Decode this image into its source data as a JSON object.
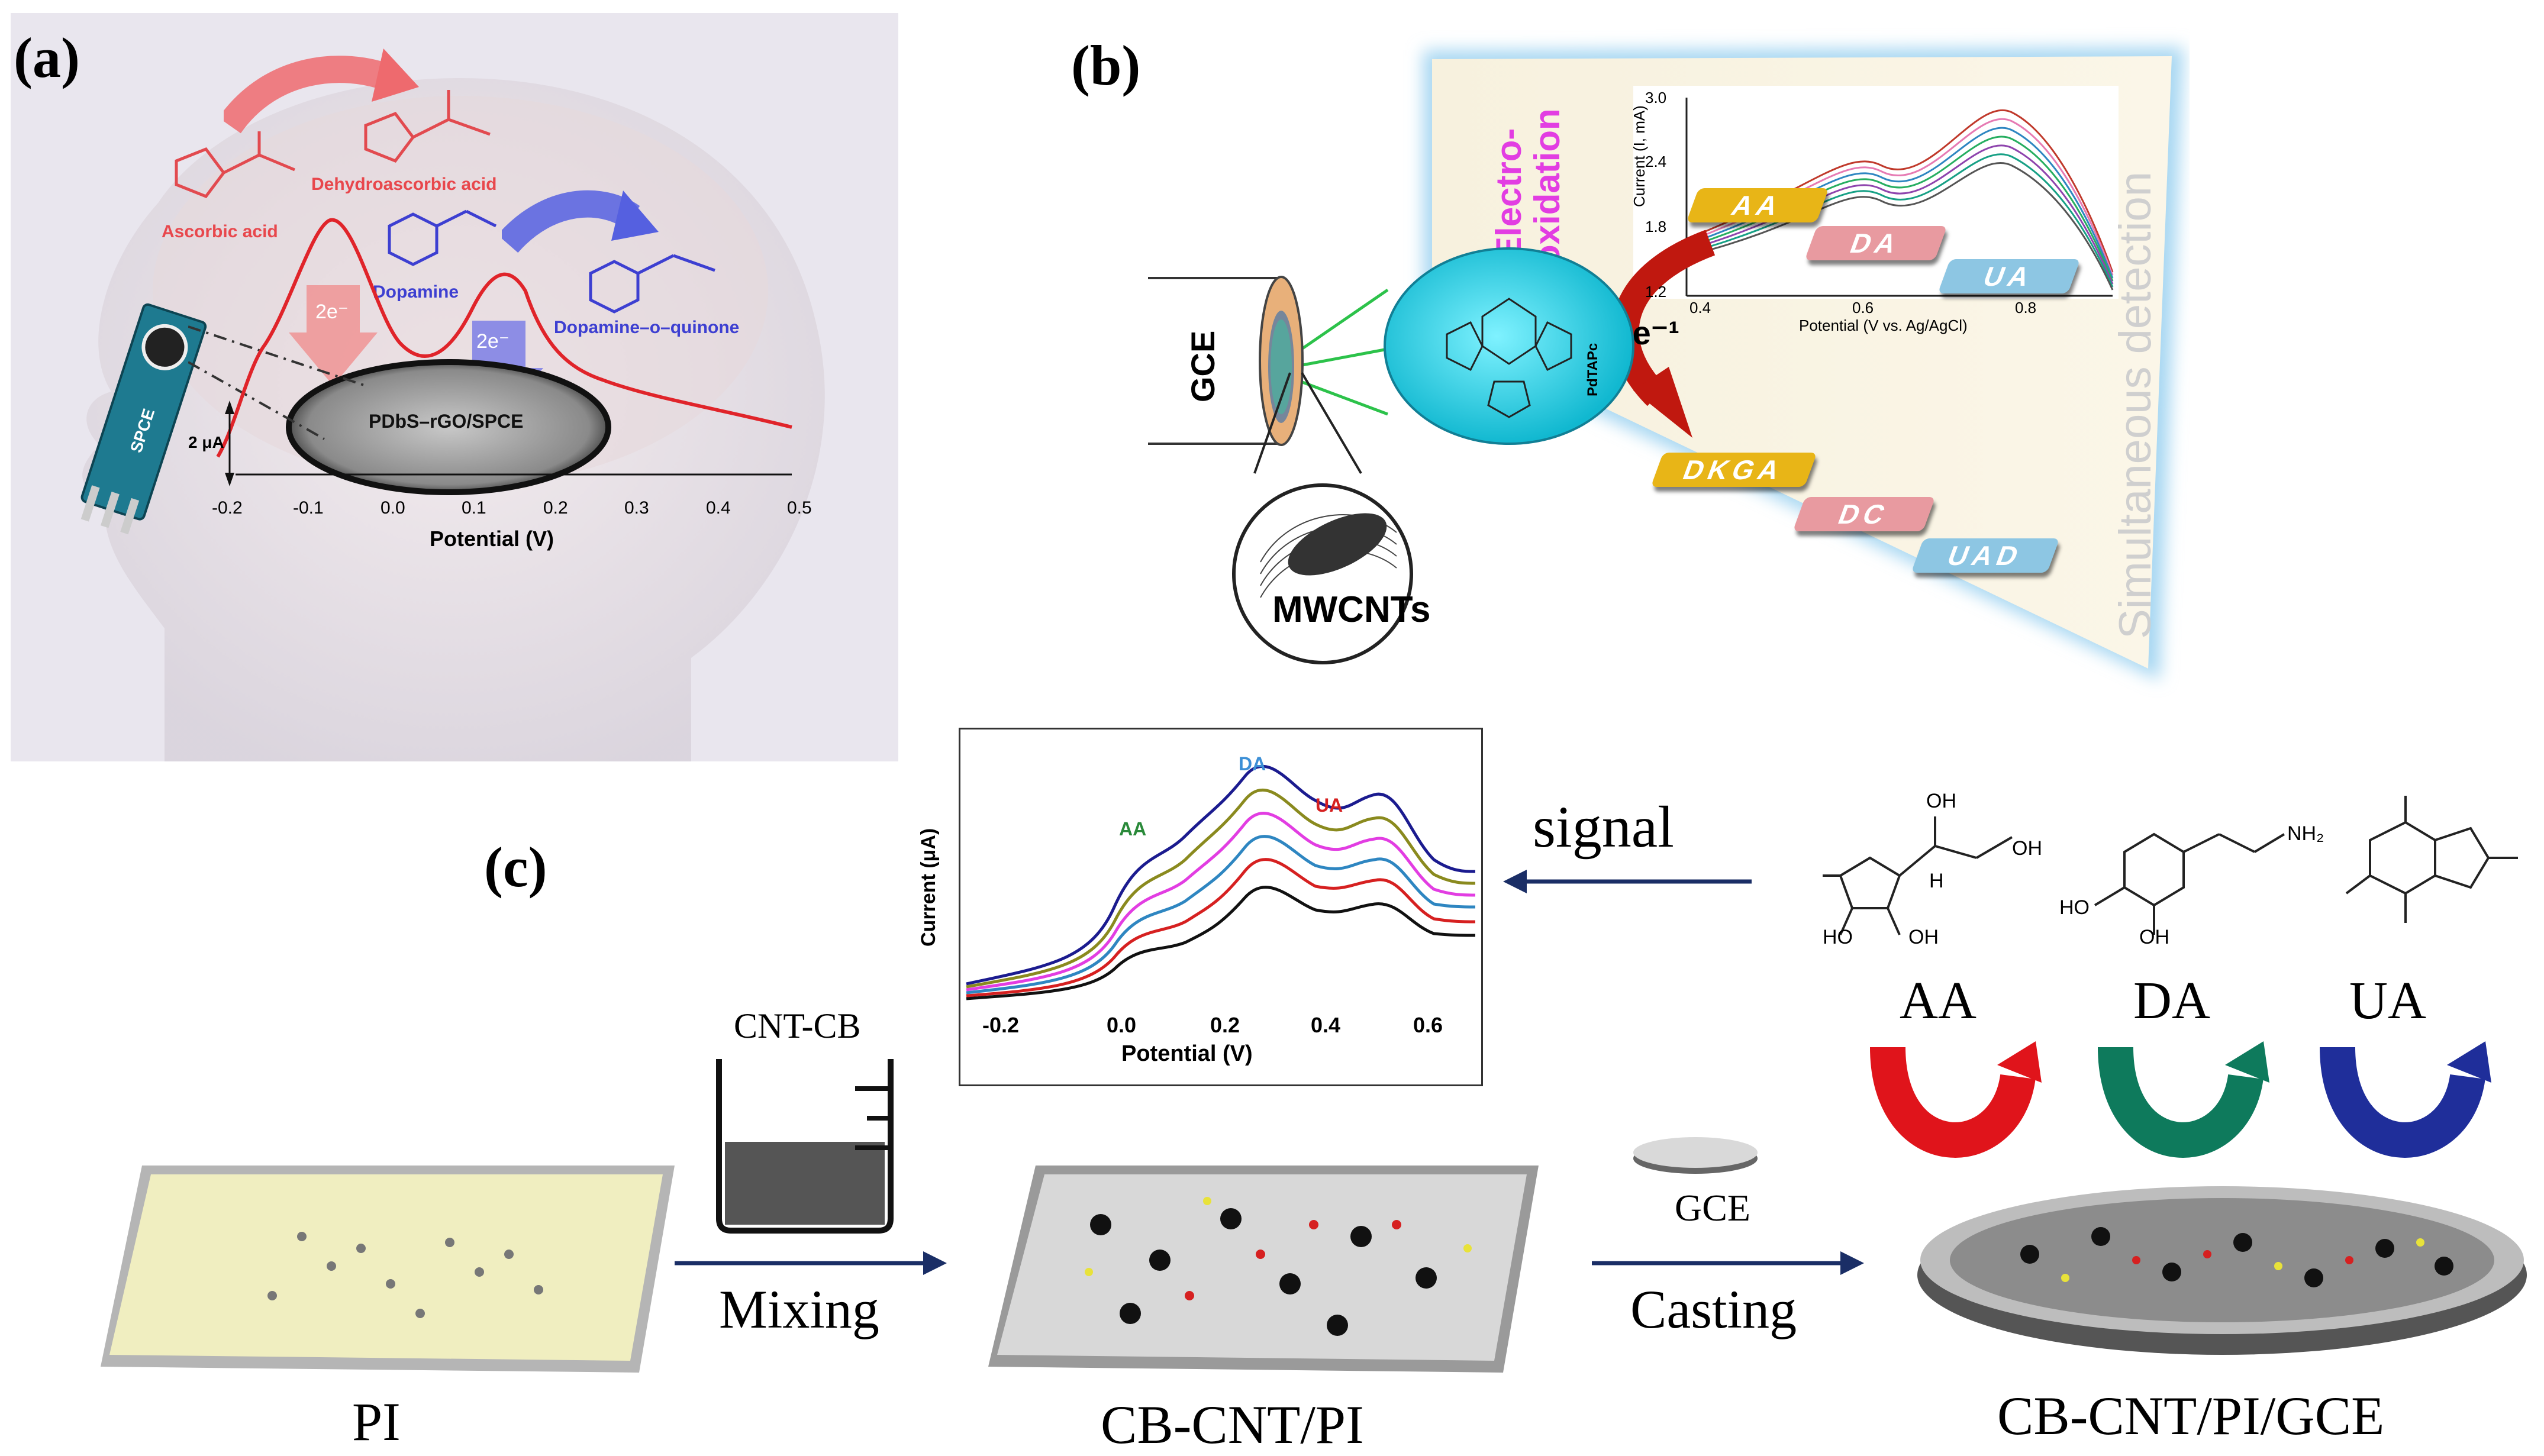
{
  "panel_a": {
    "label": "(a)",
    "ascorbic_acid": "Ascorbic acid",
    "dehydroascorbic_acid": "Dehydroascorbic acid",
    "dopamine": "Dopamine",
    "dopamine_quinone": "Dopamine–o–quinone",
    "electron_1": "2e⁻",
    "electron_2": "2e⁻",
    "electrode_label": "PDbS–rGO/SPCE",
    "sensor_label": "SPCE",
    "scale_label": "2 μA",
    "xlabel": "Potential (V)",
    "x_ticks": [
      "-0.2",
      "-0.1",
      "0.0",
      "0.1",
      "0.2",
      "0.3",
      "0.4",
      "0.5"
    ],
    "colors": {
      "ascorbic": "#e8474c",
      "dopamine": "#3d3fd1",
      "curve": "#e0242a"
    }
  },
  "panel_b": {
    "label": "(b)",
    "electrode": "GCE",
    "nanotube_label": "MWCNTs",
    "catalyst": "PdTAPc",
    "process_line1": "Electro-",
    "process_line2": "oxidation",
    "electron_loss": "-e⁻¹",
    "side_text": "Simultaneous detection",
    "inset_ylabel": "Current (I, mA)",
    "inset_xlabel": "Potential (V vs. Ag/AgCl)",
    "inset_y_ticks": [
      "3.0",
      "2.4",
      "1.8",
      "1.2"
    ],
    "inset_x_ticks": [
      "0.4",
      "0.6",
      "0.8"
    ],
    "analyte_tags": [
      "AA",
      "DA",
      "UA"
    ],
    "product_tags": [
      "DKGA",
      "DC",
      "UAD"
    ],
    "colors": {
      "aa": "#e8b517",
      "da": "#e89aa0",
      "ua": "#8dc6e3",
      "process": "#e23de2"
    }
  },
  "panel_c": {
    "label": "(c)",
    "signal": "signal",
    "cnt_cb": "CNT-CB",
    "mixing": "Mixing",
    "gce": "GCE",
    "casting": "Casting",
    "pi": "PI",
    "cb_cnt_pi": "CB-CNT/PI",
    "cb_cnt_pi_gce": "CB-CNT/PI/GCE",
    "analytes": [
      "AA",
      "DA",
      "UA"
    ],
    "struct_labels": {
      "oh1": "OH",
      "oh2": "OH",
      "h": "H",
      "ho1": "HO",
      "oh3": "OH",
      "nh2": "NH₂",
      "ho2": "HO",
      "oh4": "OH"
    },
    "inset_ylabel": "Current (μA)",
    "inset_xlabel": "Potential (V)",
    "inset_x_ticks": [
      "-0.2",
      "0.0",
      "0.2",
      "0.4",
      "0.6"
    ],
    "peak_labels": [
      "AA",
      "DA",
      "UA"
    ],
    "colors": {
      "aa_arrow": "#e0141b",
      "da_arrow": "#0e7a5c",
      "ua_arrow": "#1f2e9a",
      "peak_aa": "#2a8a3a",
      "peak_da": "#3c8fd6",
      "peak_ua": "#d62020"
    }
  }
}
